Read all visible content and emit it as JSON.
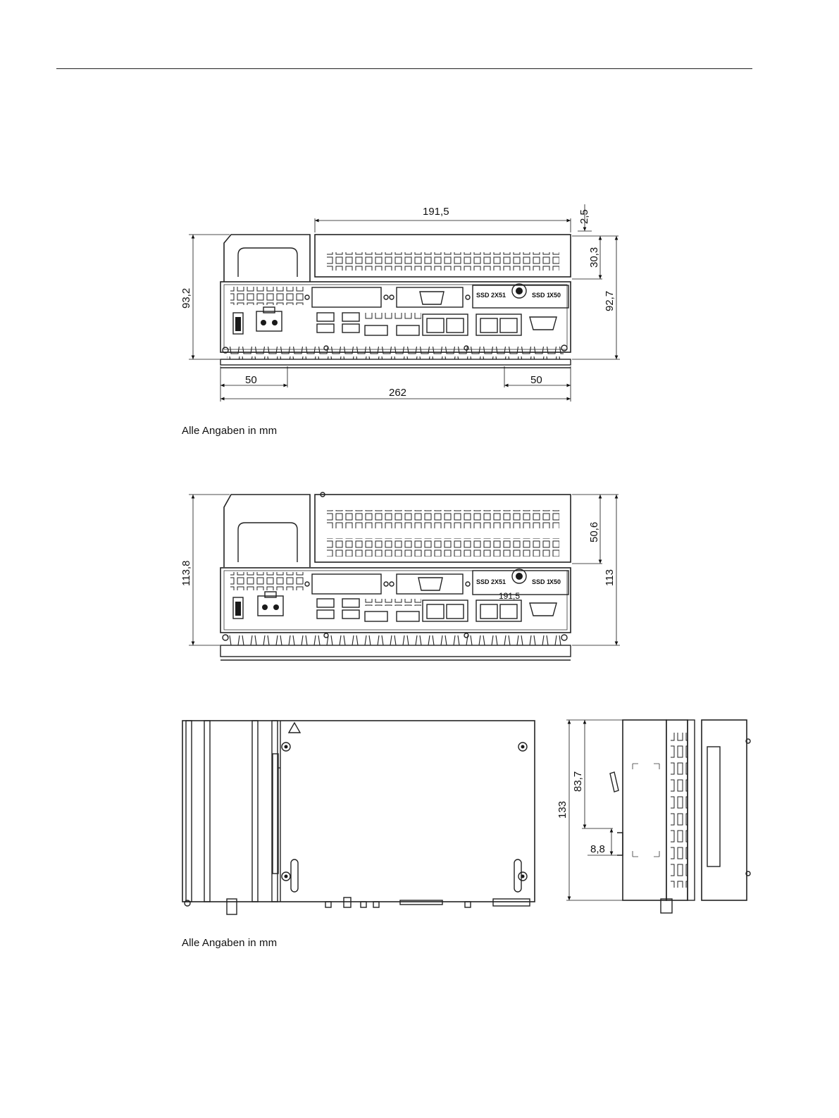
{
  "view1": {
    "dims": {
      "top_width": "191,5",
      "top_offset": "2,5",
      "top_height": "30,3",
      "right_height": "92,7",
      "left_height": "93,2",
      "rail_left": "50",
      "rail_right": "50",
      "total_width": "262"
    },
    "labels": {
      "ssd2": "SSD 2",
      "x51": "X51",
      "ssd1": "SSD 1",
      "x50": "X50"
    },
    "caption": "Alle Angaben in mm"
  },
  "view2": {
    "dims": {
      "left_height": "113,8",
      "top_height": "50,6",
      "right_height": "113",
      "overlap_text": "191,5"
    },
    "labels": {
      "ssd2": "SSD 2",
      "x51": "X51",
      "ssd1": "SSD 1",
      "x50": "X50"
    }
  },
  "view3": {
    "dims": {
      "total_height": "133",
      "rail_height": "83,7",
      "rail_offset": "8,8"
    },
    "caption": "Alle Angaben in mm"
  }
}
